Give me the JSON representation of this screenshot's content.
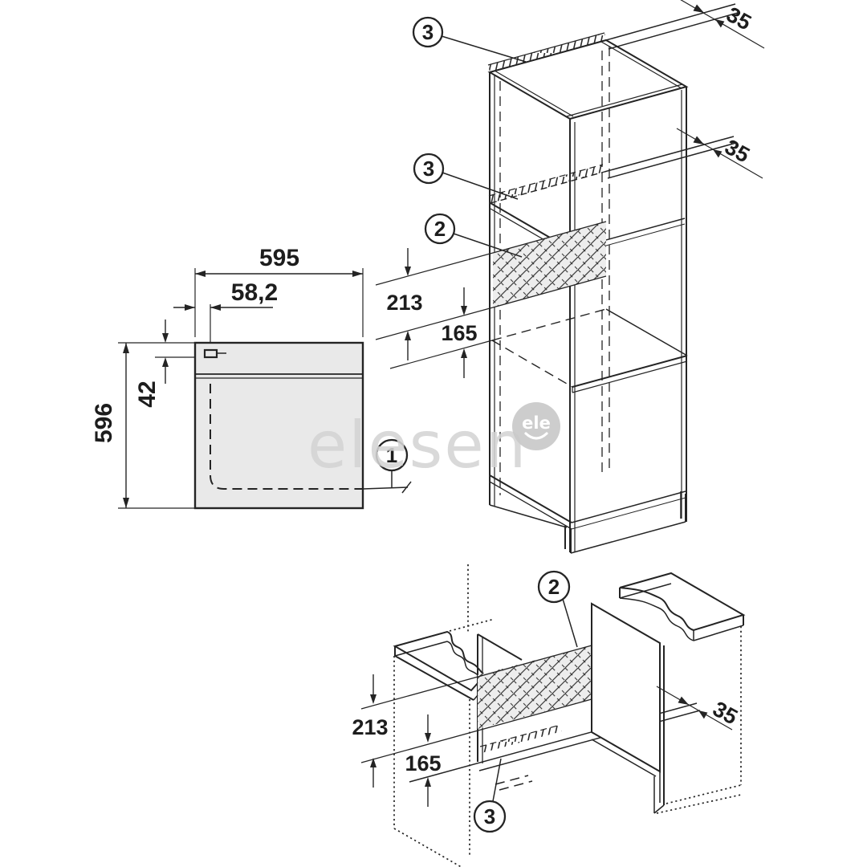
{
  "watermark": {
    "text": "elesen",
    "badge": "ele"
  },
  "front_view": {
    "width": "595",
    "cutout_offset": "58,2",
    "top_offset": "42",
    "height": "596",
    "callout_front": "1"
  },
  "tall_cabinet": {
    "callout_top_vent": "3",
    "callout_shelf_vent": "3",
    "callout_rear_vent": "2",
    "gap_top": "35",
    "gap_shelf": "35",
    "vent_height": "213",
    "shelf_distance": "165"
  },
  "base_view": {
    "callout_rear_vent": "2",
    "callout_plinth_vent": "3",
    "vent_height": "213",
    "shelf_distance": "165",
    "plinth_gap": "35"
  },
  "colors": {
    "line": "#242424",
    "panel_fill": "#e9e9e9",
    "hatch_fill": "#ededed",
    "watermark": "#d4d4d4",
    "badge": "#c9c9c9"
  }
}
